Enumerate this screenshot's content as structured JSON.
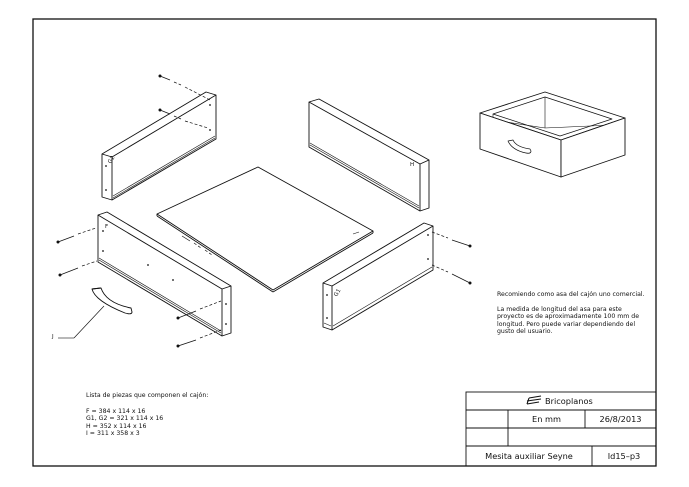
{
  "parts_list": {
    "heading": "Lista de piezas que componen el cajón:",
    "items": [
      "F = 384 x 114 x 16",
      "G1, G2 = 321 x 114 x 16",
      "H = 352 x 114 x 16",
      "I = 311 x 358 x 3"
    ]
  },
  "notes": {
    "handle_recommendation": "Recomiendo como asa del cajón uno comercial.",
    "handle_length": "La medida de longitud del asa para este proyecto es de aproximadamente 100 mm de longitud. Pero puede variar dependiendo del gusto del usuario."
  },
  "title_block": {
    "brand": "Bricoplanos",
    "units": "En  mm",
    "date": "26/8/2013",
    "project": "Mesita  auxiliar  Seyne",
    "code": "Id15–p3"
  },
  "piece_labels": {
    "front": "F",
    "side_left": "G2",
    "back": "H",
    "side_right": "G1",
    "handle": "J"
  }
}
